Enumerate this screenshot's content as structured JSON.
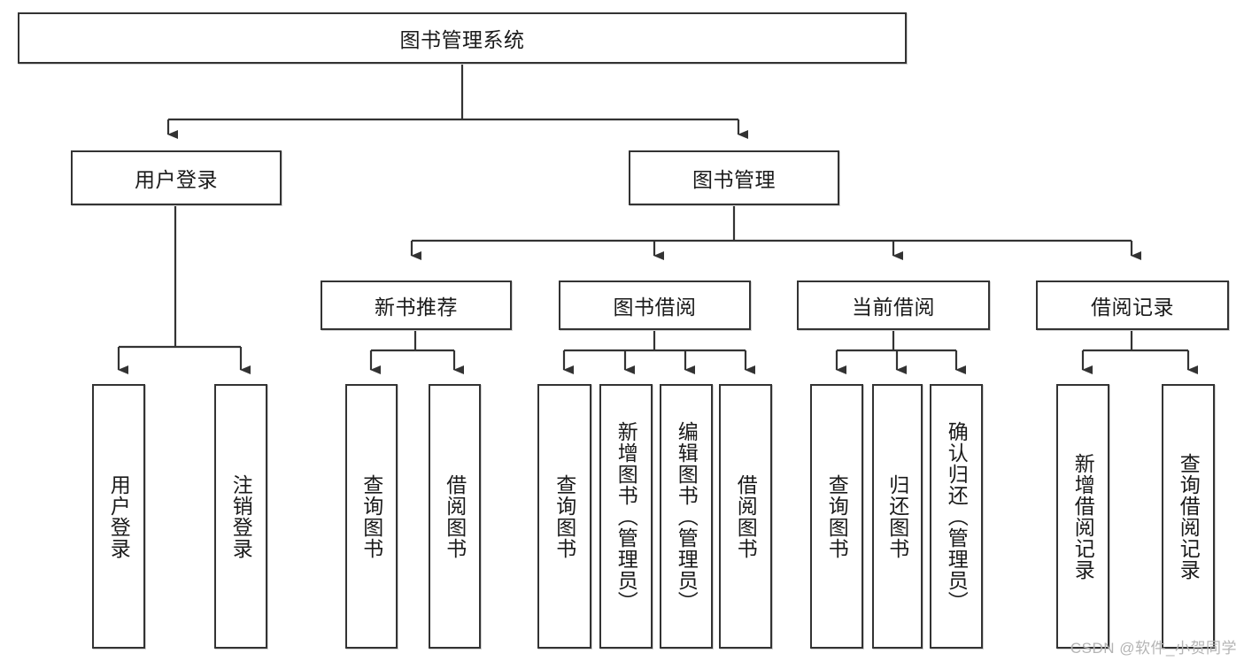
{
  "diagram": {
    "type": "tree-hierarchy-chart",
    "title_node": "图书管理系统",
    "watermark": "CSDN @软件_小贺同学",
    "colors": {
      "box_border": "#333333",
      "box_fill": "#ffffff",
      "edge": "#333333",
      "text": "#1a1a1a",
      "watermark": "#b4b4b4"
    },
    "root": {
      "label": "图书管理系统"
    },
    "level2": [
      {
        "label": "用户登录"
      },
      {
        "label": "图书管理"
      }
    ],
    "level3": [
      {
        "label": "新书推荐"
      },
      {
        "label": "图书借阅"
      },
      {
        "label": "当前借阅"
      },
      {
        "label": "借阅记录"
      }
    ],
    "leaves": {
      "user_login": [
        {
          "label": "用户登录"
        },
        {
          "label": "注销登录"
        }
      ],
      "new_book_recommend": [
        {
          "label": "查询图书"
        },
        {
          "label": "借阅图书"
        }
      ],
      "book_borrow": [
        {
          "label": "查询图书"
        },
        {
          "label": "新增图书（管理员）"
        },
        {
          "label": "编辑图书（管理员）"
        },
        {
          "label": "借阅图书"
        }
      ],
      "current_borrow": [
        {
          "label": "查询图书"
        },
        {
          "label": "归还图书"
        },
        {
          "label": "确认归还（管理员）"
        }
      ],
      "borrow_record": [
        {
          "label": "新增借阅记录"
        },
        {
          "label": "查询借阅记录"
        }
      ]
    }
  }
}
